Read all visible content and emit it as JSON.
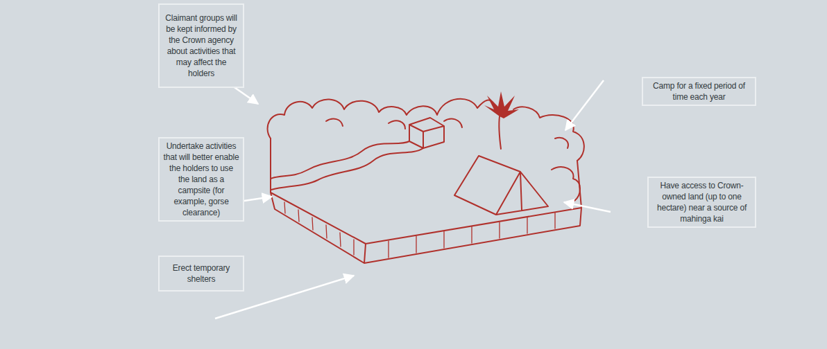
{
  "diagram": {
    "nodes": [
      {
        "text": [
          "Claimant groups will be kept informed by the Crown agency about activities that may affect the holders"
        ]
      },
      {
        "text": [
          "Camp for a fixed period of time each year"
        ]
      },
      {
        "text": [
          "Undertake activities that will better enable the holders to use the land as a campsite (for example, gorse clearance)"
        ]
      },
      {
        "text": [
          "Have access to Crown-owned land (up to one hectare) near a source of mahinga kai"
        ]
      },
      {
        "text": [
          "Erect temporary shelters"
        ]
      }
    ]
  }
}
